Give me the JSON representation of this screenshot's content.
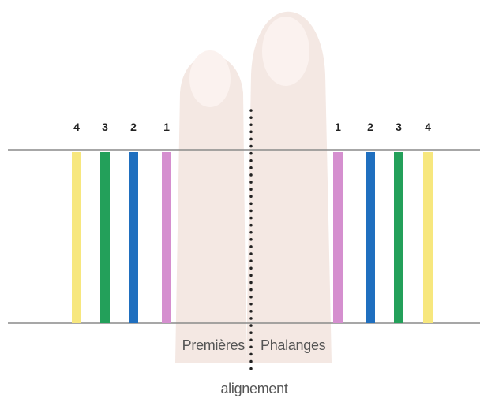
{
  "colors": {
    "background": "#ffffff",
    "reference_line": "#8a8a8a",
    "finger_fill": "#f4e8e3",
    "finger_nail": "#fbf2ef",
    "alignment_dots": "#222222",
    "bar_1": "#d58fcf",
    "bar_2": "#1f6fbf",
    "bar_3": "#23a05a",
    "bar_4": "#f7e77e"
  },
  "left_bars": [
    {
      "label": "4",
      "color": "#f7e77e"
    },
    {
      "label": "3",
      "color": "#23a05a"
    },
    {
      "label": "2",
      "color": "#1f6fbf"
    },
    {
      "label": "1",
      "color": "#d58fcf"
    }
  ],
  "right_bars": [
    {
      "label": "1",
      "color": "#d58fcf"
    },
    {
      "label": "2",
      "color": "#1f6fbf"
    },
    {
      "label": "3",
      "color": "#23a05a"
    },
    {
      "label": "4",
      "color": "#f7e77e"
    }
  ],
  "captions": {
    "left": "Premières",
    "right": "Phalanges",
    "alignment": "alignement"
  }
}
